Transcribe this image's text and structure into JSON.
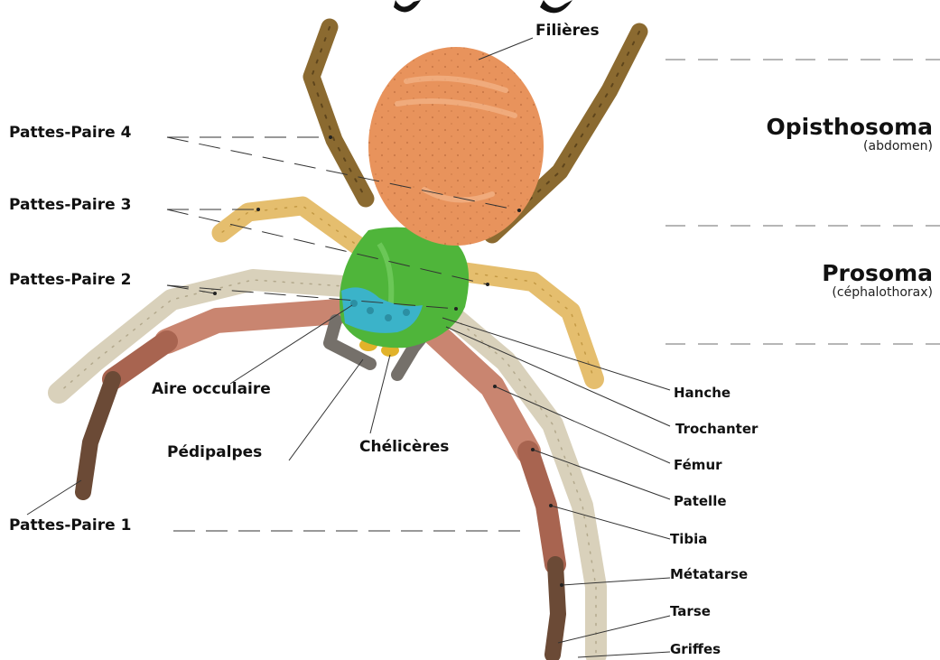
{
  "colors": {
    "abdomen": "#e8935c",
    "cephalothorax": "#4fb53a",
    "eyes": "#3bb3c9",
    "fang": "#e1b22a",
    "pedipalp": "#75706a",
    "leg4": "#8b6a30",
    "leg3": "#e5be6e",
    "leg2": "#d9d1bb",
    "leg1_femur": "#c98570",
    "leg1_distal": "#6b4a36",
    "leader": "#333333",
    "guide": "#8a8a8a"
  },
  "legs": {
    "pair4": "Pattes-Paire 4",
    "pair3": "Pattes-Paire 3",
    "pair2": "Pattes-Paire 2",
    "pair1": "Pattes-Paire 1"
  },
  "parts": {
    "spinnerets": "Filières",
    "eye_area": "Aire occulaire",
    "pedipalps": "Pédipalpes",
    "chelicerae": "Chélicères",
    "coxa": "Hanche",
    "trochanter": "Trochanter",
    "femur": "Fémur",
    "patella": "Patelle",
    "tibia": "Tibia",
    "metatarsus": "Métatarse",
    "tarsus": "Tarse",
    "claws": "Griffes"
  },
  "regions": {
    "opisthosoma": {
      "title": "Opisthosoma",
      "subtitle": "(abdomen)"
    },
    "prosoma": {
      "title": "Prosoma",
      "subtitle": "(céphalothorax)"
    }
  }
}
